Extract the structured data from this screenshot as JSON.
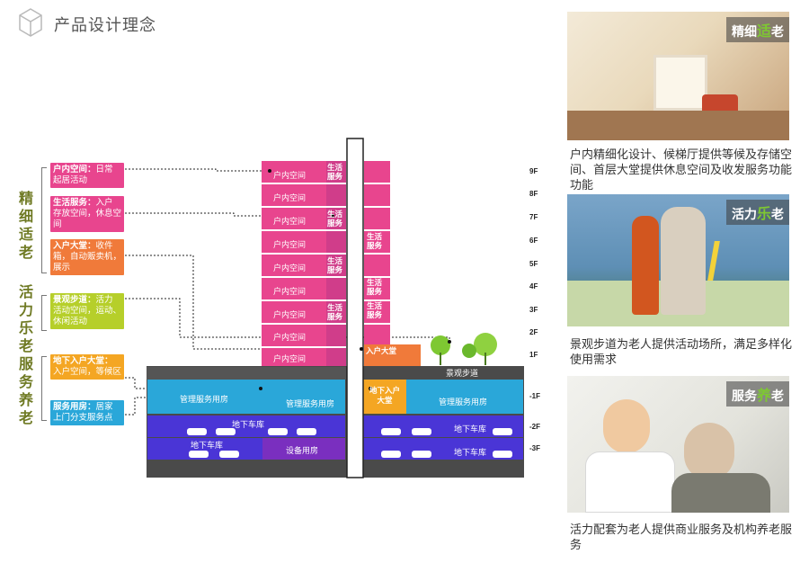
{
  "header": {
    "title": "产品设计理念"
  },
  "categories": [
    {
      "label": "精细适老"
    },
    {
      "label": "活力乐老"
    },
    {
      "label": "服务养老"
    }
  ],
  "tags": [
    {
      "title": "户内空间：",
      "desc": "日常起居活动",
      "color": "#e8458e"
    },
    {
      "title": "生活服务：",
      "desc": "入户存放空间，休息空间",
      "color": "#e8458e"
    },
    {
      "title": "入户大堂：",
      "desc": "收件箱，自动贩卖机，展示",
      "color": "#f07a3a"
    },
    {
      "title": "景观步道：",
      "desc": "活力活动空间，运动、休闲活动",
      "color": "#b6cf2a"
    },
    {
      "title": "地下入户大堂：",
      "desc": "入户空间，等候区",
      "color": "#f4a623"
    },
    {
      "title": "服务用房：",
      "desc": "居家上门分支服务点",
      "color": "#2aa7d9"
    }
  ],
  "diagram": {
    "units": "户内空间",
    "life_service": "生活服务",
    "lobby": "入户大堂",
    "underground_lobby": "地下入户大堂",
    "landscape_path": "景观步道",
    "mgmt_room": "管理服务用房",
    "parking": "地下车库",
    "equipment": "设备用房",
    "floors": [
      "9F",
      "8F",
      "7F",
      "6F",
      "5F",
      "4F",
      "3F",
      "2F",
      "1F",
      "-1F",
      "-2F",
      "-3F"
    ]
  },
  "panels": [
    {
      "badge_pre": "精细",
      "badge_hl": "适",
      "badge_post": "老",
      "caption": "户内精细化设计、候梯厅提供等候及存储空间、首层大堂提供休息空间及收发服务功能功能"
    },
    {
      "badge_pre": "活力",
      "badge_hl": "乐",
      "badge_post": "老",
      "caption": "景观步道为老人提供活动场所，满足多样化使用需求"
    },
    {
      "badge_pre": "服务",
      "badge_hl": "养",
      "badge_post": "老",
      "caption": "活力配套为老人提供商业服务及机构养老服务"
    }
  ],
  "colors": {
    "accent_green": "#7ec832",
    "magenta": "#e8458e",
    "orange": "#f07a3a",
    "lime": "#b6cf2a",
    "amber": "#f4a623",
    "cyan": "#2aa7d9",
    "blue": "#4a35d6",
    "purple": "#7a2fbf",
    "ground": "#4a4a4a"
  }
}
